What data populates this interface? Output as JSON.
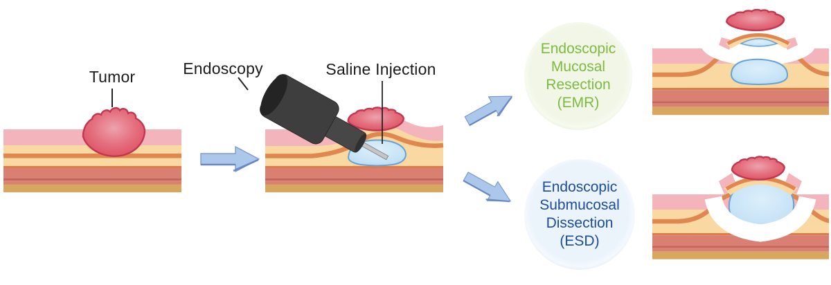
{
  "title": "Endoscopic tumor removal: EMR vs ESD diagram",
  "labels": {
    "tumor": "Tumor",
    "endoscopy": "Endoscopy",
    "saline": "Saline Injection"
  },
  "emr": {
    "lines": [
      "Endoscopic",
      "Mucosal",
      "Resection",
      "(EMR)"
    ],
    "text_color": "#7CBB40",
    "bg_color": "#EFF5E2"
  },
  "esd": {
    "lines": [
      "Endoscopic",
      "Submucosal",
      "Dissection",
      "(ESD)"
    ],
    "text_color": "#1B4C9C",
    "bg_color": "#E9F1FA"
  },
  "colors": {
    "mucosa_pink": "#F4B4BB",
    "submucosa_tan": "#F9D8A2",
    "stripe_orange": "#E0864F",
    "muscle_salmon": "#D98073",
    "muscle_dark_line": "#C4645C",
    "serosa_gold": "#D8A75F",
    "tumor_red": "#DE5064",
    "tumor_border": "#C2364F",
    "saline_blue": "#B4D9F2",
    "saline_border": "#66A2D3",
    "arrow_blue": "#ABC7EA",
    "arrow_edge": "#5F80BF",
    "endoscope_gray": "#3E3E3E"
  }
}
